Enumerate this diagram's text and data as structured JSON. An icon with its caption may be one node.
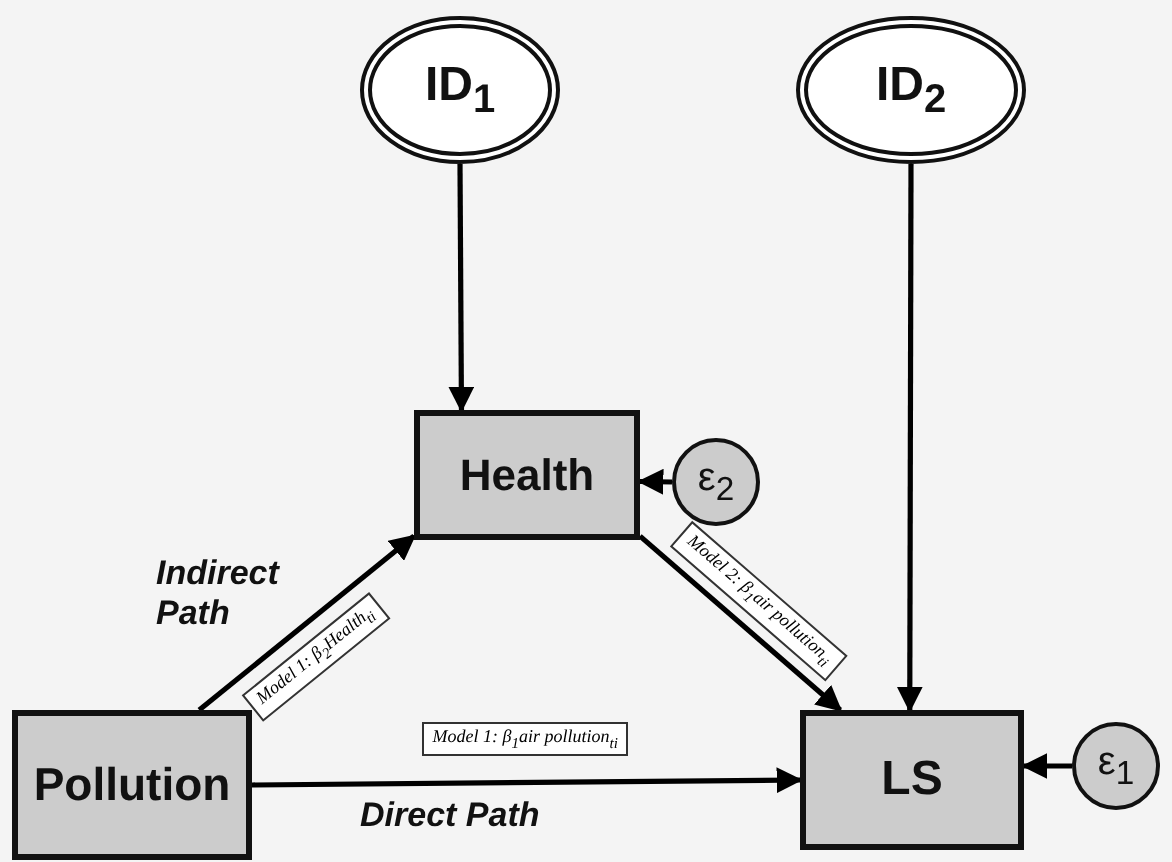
{
  "diagram": {
    "nodes": [
      {
        "text": [
          "ID$_{1}$"
        ]
      },
      {
        "text": [
          "ID$_{2}$"
        ]
      },
      {
        "text": [
          "Health"
        ]
      },
      {
        "text": [
          "ε$_{2}$"
        ]
      },
      {
        "text": [
          "Pollution"
        ]
      },
      {
        "text": [
          "LS"
        ]
      },
      {
        "text": [
          "ε$_{1}$"
        ]
      }
    ],
    "edges": [
      {
        "from": 0,
        "to": 2,
        "arrow": "to"
      },
      {
        "from": 1,
        "to": 5,
        "arrow": "to"
      },
      {
        "from": 3,
        "to": 2,
        "arrow": "to"
      },
      {
        "from": 4,
        "to": 2,
        "arrow": "to",
        "label": "Model 1: β$_{2}$Health$_{ti}$"
      },
      {
        "from": 2,
        "to": 5,
        "arrow": "to",
        "label": "Model 2: β$_{1}$air pollution$_{ti}$"
      },
      {
        "from": 4,
        "to": 5,
        "arrow": "to",
        "label": "Model 1: β$_{1}$air pollution$_{ti}$"
      },
      {
        "from": 6,
        "to": 5,
        "arrow": "to"
      }
    ],
    "labels": [
      "Indirect Path",
      "Direct Path"
    ]
  }
}
